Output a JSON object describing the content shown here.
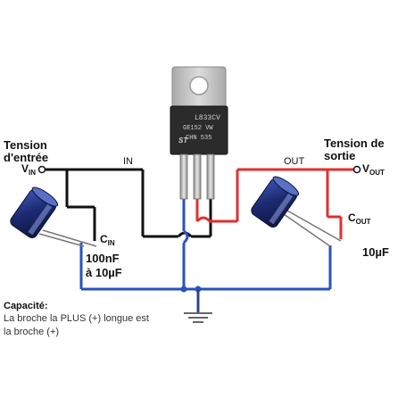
{
  "labels": {
    "tension_entree": [
      "Tension",
      "d'entrée"
    ],
    "v_in": {
      "main": "V",
      "sub": "IN"
    },
    "in_pin": "IN",
    "out_pin": "OUT",
    "tension_sortie": [
      "Tension de",
      "sortie"
    ],
    "v_out": {
      "main": "V",
      "sub": "OUT"
    },
    "c_in": {
      "main": "C",
      "sub": "IN"
    },
    "c_in_value": [
      "100nF",
      "à 10µF"
    ],
    "c_out": {
      "main": "C",
      "sub": "OUT"
    },
    "c_out_value": "10µF"
  },
  "regulator": {
    "markings": [
      "L833CV",
      "GE152 VW",
      "CHN 535"
    ],
    "logo": "ST"
  },
  "note": {
    "title": "Capacité:",
    "lines": [
      "La broche la PLUS (+) longue est",
      "la broche (+)"
    ]
  },
  "colors": {
    "input_wire": "#111111",
    "output_wire": "#e03030",
    "ground_wire": "#2a52be",
    "regulator_body": "#2b2b2b",
    "heatsink": "#c8c8c8",
    "capacitor": "#1c2a70"
  }
}
